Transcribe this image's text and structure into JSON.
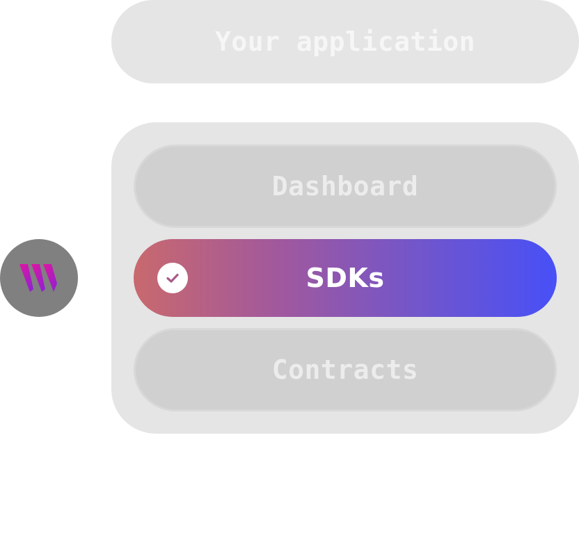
{
  "app": {
    "title": "Your application"
  },
  "menu": {
    "items": [
      {
        "label": "Dashboard",
        "selected": false
      },
      {
        "label": "SDKs",
        "selected": true
      },
      {
        "label": "Contracts",
        "selected": false
      }
    ]
  },
  "icons": {
    "logo": "brand-logo-icon",
    "selected": "checkmark-icon"
  },
  "colors": {
    "background": "#ffffff",
    "panel": "#e5e5e5",
    "option": "#d0d0d0",
    "selected_gradient_start": "#c9696e",
    "selected_gradient_end": "#4750f7",
    "logo_circle": "#808080",
    "logo_gradient_start": "#e3149f",
    "logo_gradient_end": "#8a22d6"
  }
}
